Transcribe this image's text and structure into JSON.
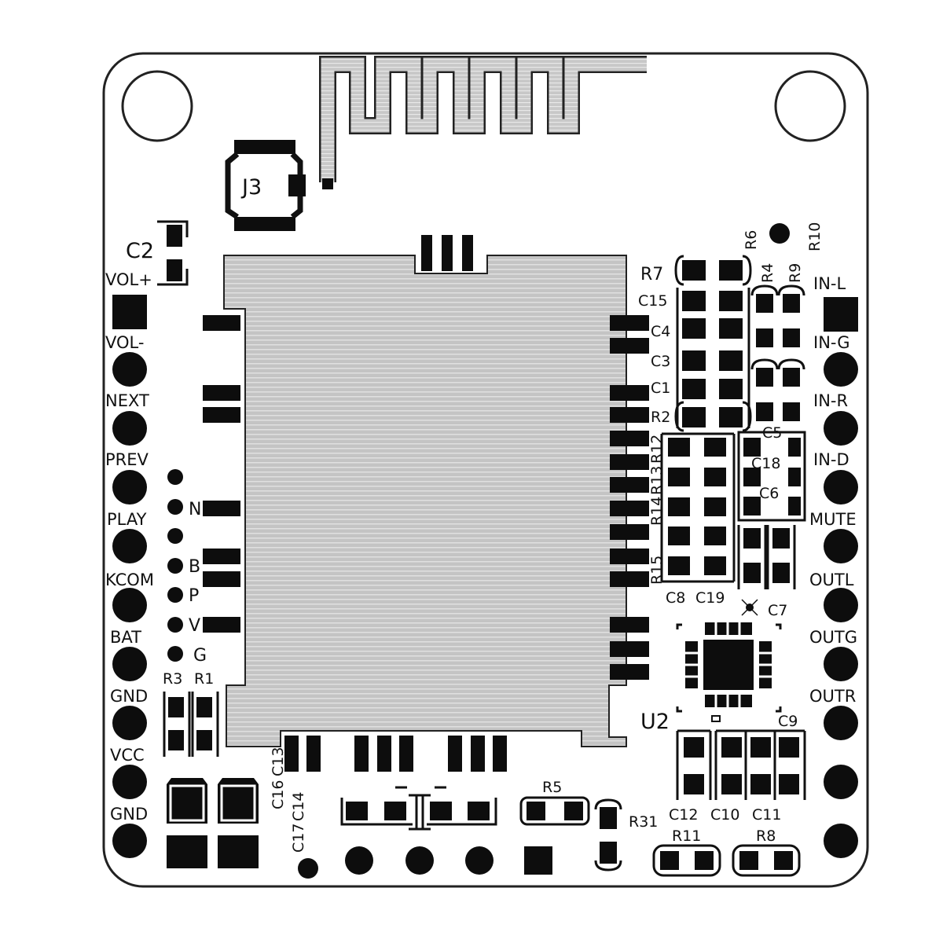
{
  "board": {
    "colors": {
      "background": "#ffffff",
      "outline": "#222222",
      "pad": "#0d0d0d",
      "module_fill": "#c4c4c4",
      "module_stripe": "#e0e0e0",
      "antenna_fill": "#c8c8c8"
    },
    "connector_label": "J3",
    "ic_label": "U2",
    "left_pins": [
      "VOL+",
      "VOL-",
      "NEXT",
      "PREV",
      "PLAY",
      "KCOM",
      "BAT",
      "GND",
      "VCC",
      "GND"
    ],
    "right_pins": [
      "IN-L",
      "IN-G",
      "IN-R",
      "IN-D",
      "MUTE",
      "OUTL",
      "OUTG",
      "OUTR"
    ],
    "module_side_labels": [
      "N",
      "B",
      "P",
      "V",
      "G"
    ],
    "components": {
      "c2": "C2",
      "r1": "R1",
      "r3": "R3",
      "r2": "R2",
      "r4": "R4",
      "r5": "R5",
      "r6": "R6",
      "r7": "R7",
      "r8": "R8",
      "r9": "R9",
      "r10": "R10",
      "r11": "R11",
      "r12": "R12",
      "r13": "R13",
      "r14": "R14",
      "r15": "R15",
      "r31": "R31",
      "c1": "C1",
      "c3": "C3",
      "c4": "C4",
      "c5": "C5",
      "c6": "C6",
      "c7": "C7",
      "c8": "C8",
      "c9": "C9",
      "c10": "C10",
      "c11": "C11",
      "c12": "C12",
      "c13": "C13",
      "c14": "C14",
      "c15": "C15",
      "c16": "C16",
      "c17": "C17",
      "c18": "C18",
      "c19": "C19"
    }
  }
}
